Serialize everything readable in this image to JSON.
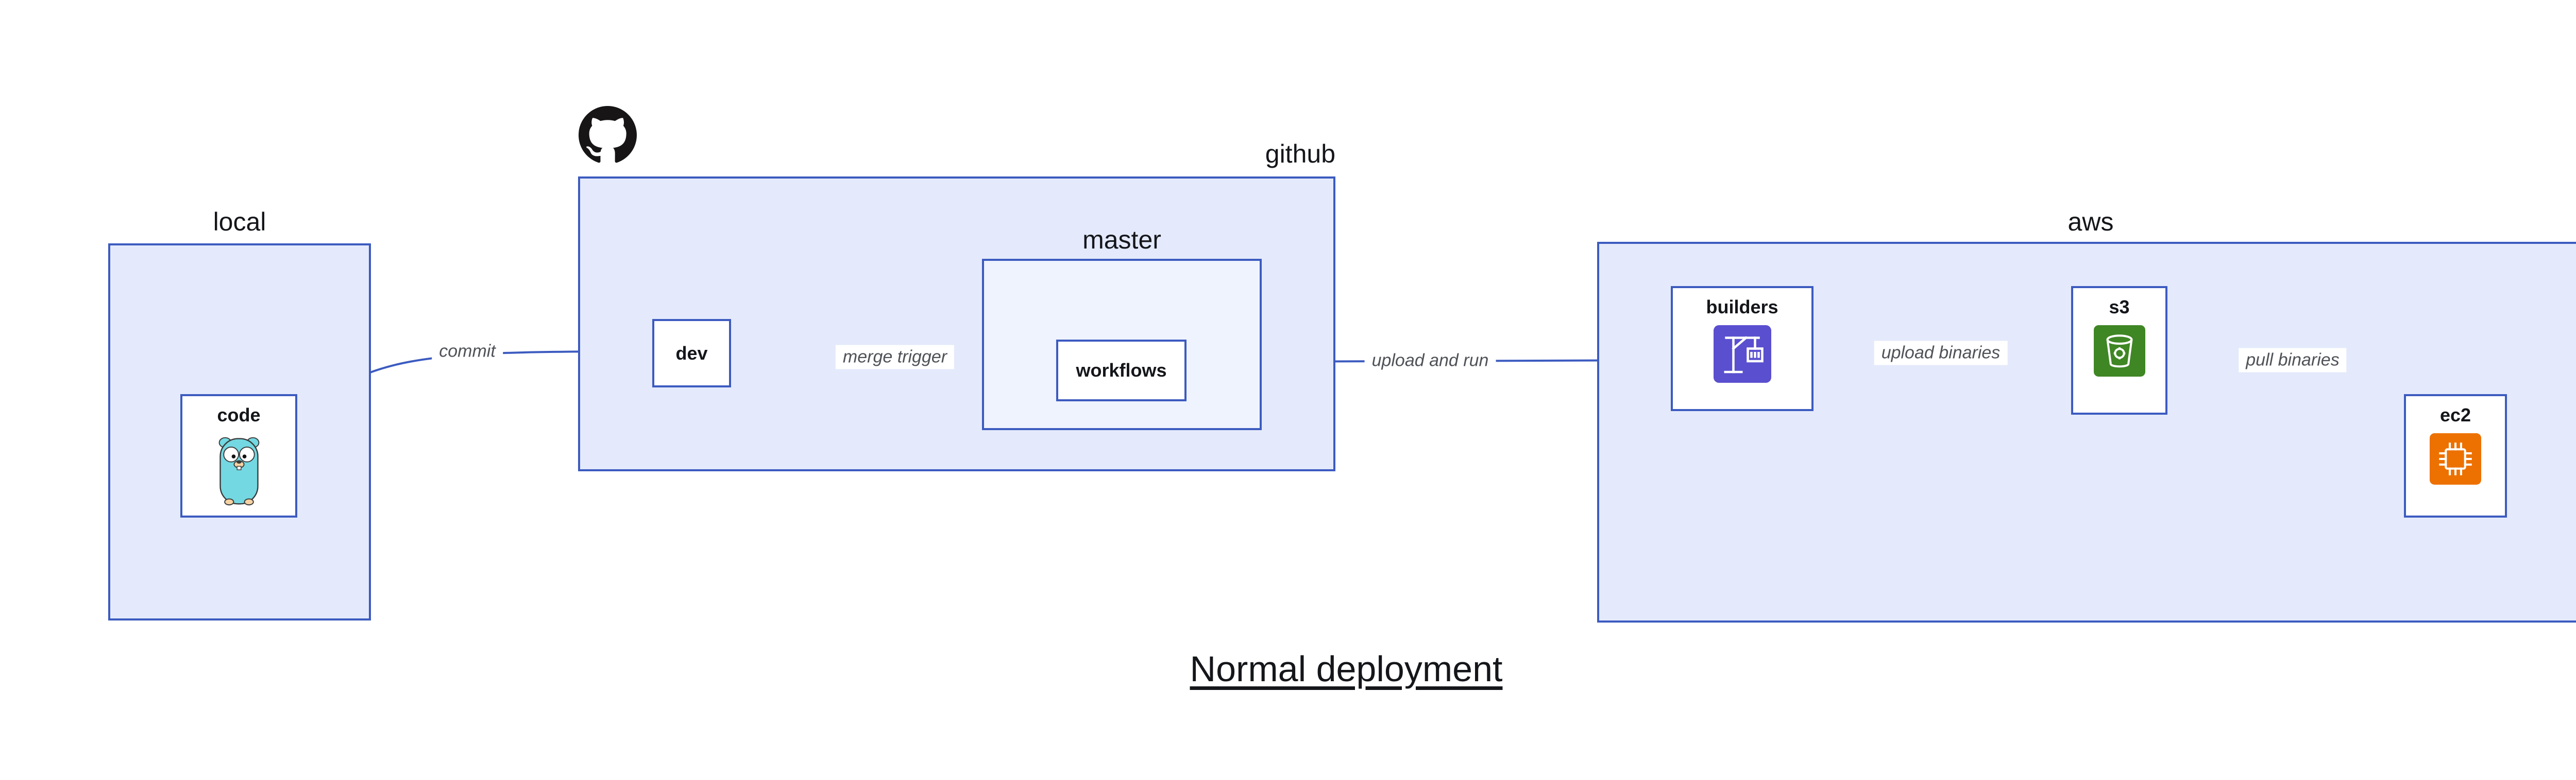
{
  "diagram": {
    "title": "Normal deployment",
    "groups": {
      "local": {
        "label": "local"
      },
      "github": {
        "label": "github"
      },
      "master": {
        "label": "master"
      },
      "aws": {
        "label": "aws"
      }
    },
    "nodes": {
      "code": {
        "label": "code"
      },
      "dev": {
        "label": "dev"
      },
      "workflows": {
        "label": "workflows"
      },
      "builders": {
        "label": "builders"
      },
      "s3": {
        "label": "s3"
      },
      "ec2": {
        "label": "ec2"
      }
    },
    "edges": [
      {
        "from": "code",
        "to": "dev",
        "label": "commit"
      },
      {
        "from": "dev",
        "to": "workflows",
        "label": "merge trigger"
      },
      {
        "from": "master",
        "to": "builders",
        "label": "upload and run"
      },
      {
        "from": "builders",
        "to": "s3",
        "label": "upload binaries"
      },
      {
        "from": "s3",
        "to": "ec2",
        "label": "pull binaries"
      }
    ],
    "icons": {
      "github_logo": "github-octocat-mark",
      "code": "go-gopher",
      "builders": "codebuild-crane",
      "s3": "s3-bucket",
      "ec2": "ec2-chip"
    },
    "colors": {
      "stroke": "#3C5BC0",
      "group_fill": "#E4EAFB",
      "master_fill": "#EFF3FD",
      "node_fill": "#FFFFFF",
      "edge_label_text": "#4F5257",
      "gopher_body": "#73D8E1",
      "builders_icon_bg": "#5A4FCF",
      "s3_icon_bg": "#3F8624",
      "ec2_icon_bg": "#ED7100",
      "github_logo_fill": "#171515"
    }
  }
}
